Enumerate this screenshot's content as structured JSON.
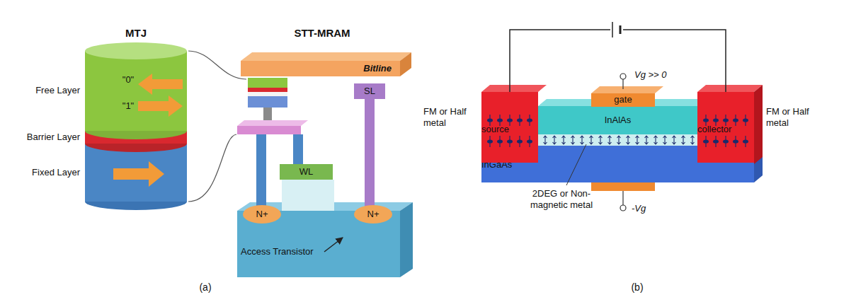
{
  "diagram": {
    "nodes": [
      {
        "text": [
          "Bitline"
        ]
      },
      {
        "text": [
          "SL"
        ]
      },
      {
        "text": [
          "WL"
        ]
      },
      {
        "text": [
          "N+"
        ]
      },
      {
        "text": [
          "N+"
        ]
      },
      {
        "text": [
          "source"
        ]
      },
      {
        "text": [
          "gate"
        ]
      },
      {
        "text": [
          "collector"
        ]
      },
      {
        "text": [
          "InAlAs"
        ]
      },
      {
        "text": [
          "InGaAs"
        ]
      }
    ],
    "edges": [
      {
        "from": 5,
        "to": 7,
        "arrow": "none"
      }
    ],
    "labels": [
      "MTJ",
      "STT-MRAM",
      "Free Layer",
      "Barrier Layer",
      "Fixed Layer",
      "\"0\"",
      "\"1\"",
      "Access Transistor",
      "(a)",
      "Vg >> 0",
      "FM or Half metal",
      "FM or Half metal",
      "2DEG or Non-magnetic metal",
      "-Vg",
      "(b)"
    ]
  }
}
